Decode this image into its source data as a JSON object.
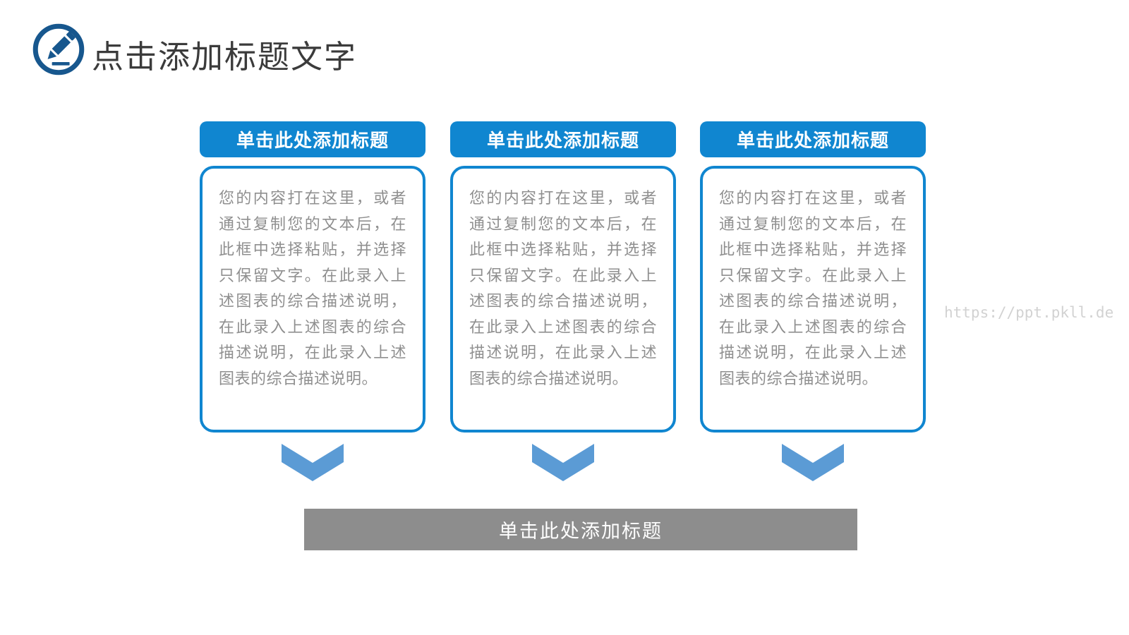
{
  "slide": {
    "title": "点击添加标题文字"
  },
  "cards": [
    {
      "header": "单击此处添加标题",
      "body": "您的内容打在这里，或者通过复制您的文本后，在此框中选择粘贴，并选择只保留文字。在此录入上述图表的综合描述说明，在此录入上述图表的综合描述说明，在此录入上述图表的综合描述说明。"
    },
    {
      "header": "单击此处添加标题",
      "body": "您的内容打在这里，或者通过复制您的文本后，在此框中选择粘贴，并选择只保留文字。在此录入上述图表的综合描述说明，在此录入上述图表的综合描述说明，在此录入上述图表的综合描述说明。"
    },
    {
      "header": "单击此处添加标题",
      "body": "您的内容打在这里，或者通过复制您的文本后，在此框中选择粘贴，并选择只保留文字。在此录入上述图表的综合描述说明，在此录入上述图表的综合描述说明，在此录入上述图表的综合描述说明。"
    }
  ],
  "summary_bar": {
    "label": "单击此处添加标题"
  },
  "watermark": {
    "text": "https://ppt.pkll.de"
  },
  "icons": {
    "title_icon": "pencil-in-circle-icon",
    "arrow_icon": "chevron-down-icon"
  },
  "colors": {
    "accent_blue": "#1086d0",
    "arrow_blue": "#5b9bd5",
    "icon_navy": "#17578e",
    "bar_gray": "#8d8d8d",
    "body_text_gray": "#8f8f8f",
    "title_dark": "#3b3b3b",
    "watermark_gray": "#d2d2d2"
  }
}
